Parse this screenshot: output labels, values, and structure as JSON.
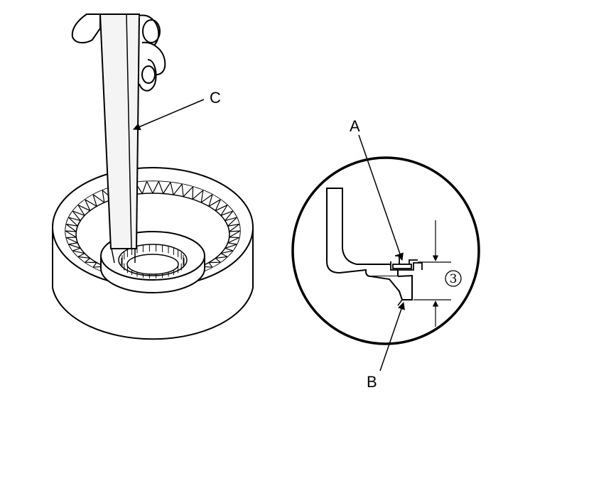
{
  "labels": {
    "a": "A",
    "b": "B",
    "c": "C",
    "dimension": "3"
  },
  "colors": {
    "line": "#000000",
    "paper": "#ffffff",
    "shade": "#e9e9e9"
  }
}
